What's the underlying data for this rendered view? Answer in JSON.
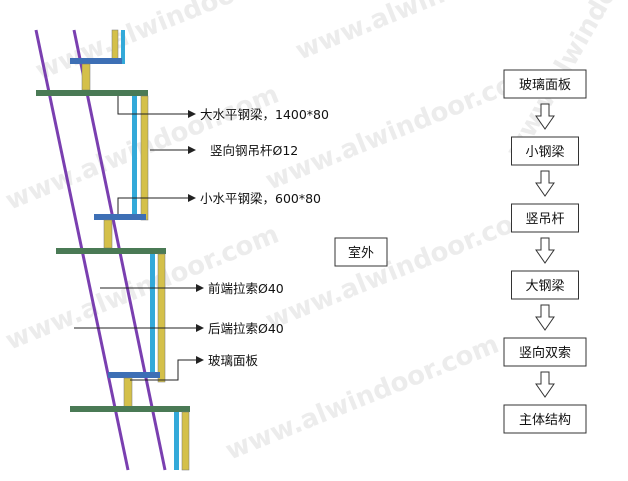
{
  "watermark": "www.alwindoor.com",
  "colors": {
    "mullion": "#d4c04a",
    "glass": "#33a9d9",
    "steel_dark": "#4a7a55",
    "steel_blue": "#3d6fb5",
    "cable": "#7a3fb0",
    "leader": "#222222"
  },
  "labels": {
    "big_beam": "大水平钢梁，1400*80",
    "rod": "竖向钢吊杆Ø12",
    "small_beam": "小水平钢梁，600*80",
    "front_cable": "前端拉索Ø40",
    "back_cable": "后端拉索Ø40",
    "glass_panel": "玻璃面板",
    "outdoor": "室外"
  },
  "flow": {
    "steps": [
      "玻璃面板",
      "小钢梁",
      "竖吊杆",
      "大钢梁",
      "竖向双索",
      "主体结构"
    ]
  }
}
